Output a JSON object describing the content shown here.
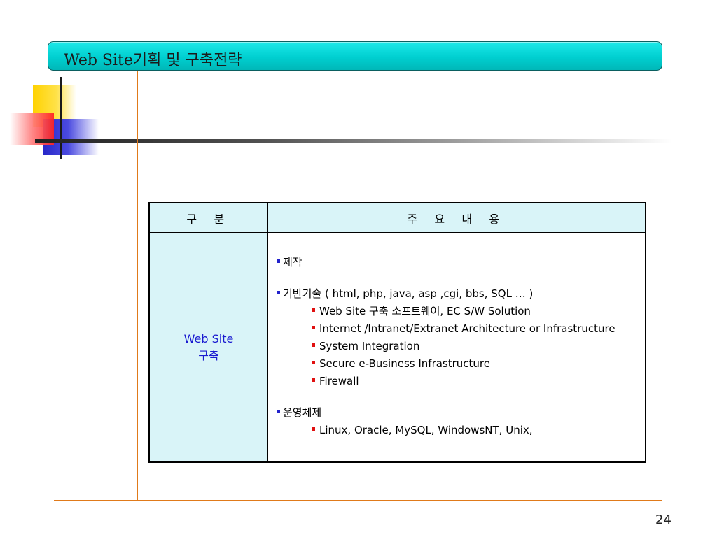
{
  "slide": {
    "title": "Web Site기획 및 구축전략",
    "page_number": "24"
  },
  "table": {
    "header": {
      "col1": "구 분",
      "col2": "주 요 내 용"
    },
    "row": {
      "category_line1": "Web Site",
      "category_line2": "구축",
      "items": [
        {
          "label": "제작"
        },
        {
          "label": "기반기술 ( html, php, java, asp ,cgi, bbs, SQL … )",
          "subitems": [
            "Web Site 구축 소프트웨어, EC S/W Solution",
            "Internet /Intranet/Extranet Architecture or Infrastructure",
            "System Integration",
            "Secure e-Business Infrastructure",
            "Firewall"
          ]
        },
        {
          "label": "운영체제",
          "subitems": [
            "Linux, Oracle, MySQL, WindowsNT, Unix,"
          ]
        }
      ]
    }
  },
  "colors": {
    "title_bar": "#00cfd0",
    "accent_orange": "#e07a1a",
    "header_bg": "#d9f4f8",
    "category_text": "#1a1ad0",
    "bullet_blue": "#2222cc",
    "bullet_red": "#e01010"
  }
}
